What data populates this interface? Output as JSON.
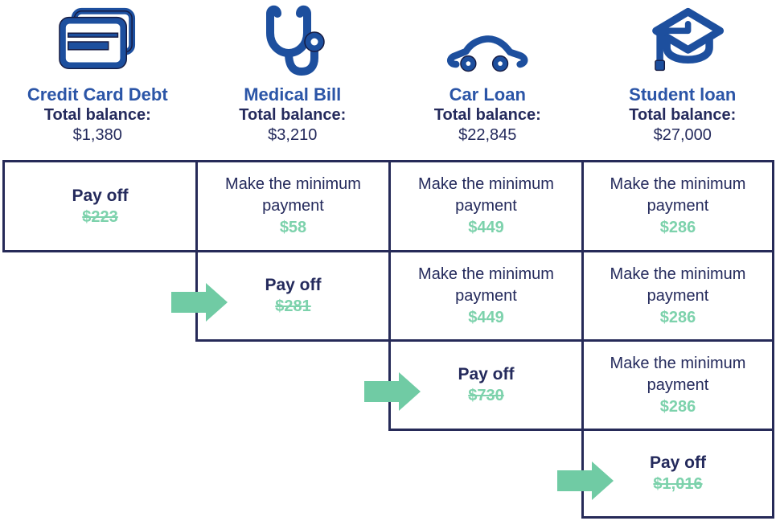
{
  "title": "Debt payoff order diagram",
  "colors": {
    "title_blue": "#2B55A7",
    "navy_text": "#242A5C",
    "table_border": "#262A58",
    "amount_green": "#7DD2AC",
    "arrow_green": "#70CBA4",
    "icon_blue": "#1D4F9E",
    "icon_outline": "#161B42"
  },
  "header": {
    "columns": [
      {
        "icon": "credit-cards-icon",
        "title": "Credit Card Debt",
        "balance_label": "Total balance:",
        "balance": "$1,380"
      },
      {
        "icon": "stethoscope-icon",
        "title": "Medical Bill",
        "balance_label": "Total balance:",
        "balance": "$3,210"
      },
      {
        "icon": "car-icon",
        "title": "Car Loan",
        "balance_label": "Total balance:",
        "balance": "$22,845"
      },
      {
        "icon": "graduation-cap-icon",
        "title": "Student loan",
        "balance_label": "Total balance:",
        "balance": "$27,000"
      }
    ]
  },
  "plan": {
    "cells": {
      "r0c0": {
        "action": "Pay off",
        "amount": "$223",
        "paid": true
      },
      "r0c1": {
        "action": "Make the minimum payment",
        "amount": "$58",
        "paid": false
      },
      "r0c2": {
        "action": "Make the minimum payment",
        "amount": "$449",
        "paid": false
      },
      "r0c3": {
        "action": "Make the minimum payment",
        "amount": "$286",
        "paid": false
      },
      "r1c1": {
        "action": "Pay off",
        "amount": "$281",
        "paid": true
      },
      "r1c2": {
        "action": "Make the minimum payment",
        "amount": "$449",
        "paid": false
      },
      "r1c3": {
        "action": "Make the minimum payment",
        "amount": "$286",
        "paid": false
      },
      "r2c2": {
        "action": "Pay off",
        "amount": "$730",
        "paid": true
      },
      "r2c3": {
        "action": "Make the minimum payment",
        "amount": "$286",
        "paid": false
      },
      "r3c3": {
        "action": "Pay off",
        "amount": "$1,016",
        "paid": true
      }
    },
    "arrow_count": 3
  }
}
